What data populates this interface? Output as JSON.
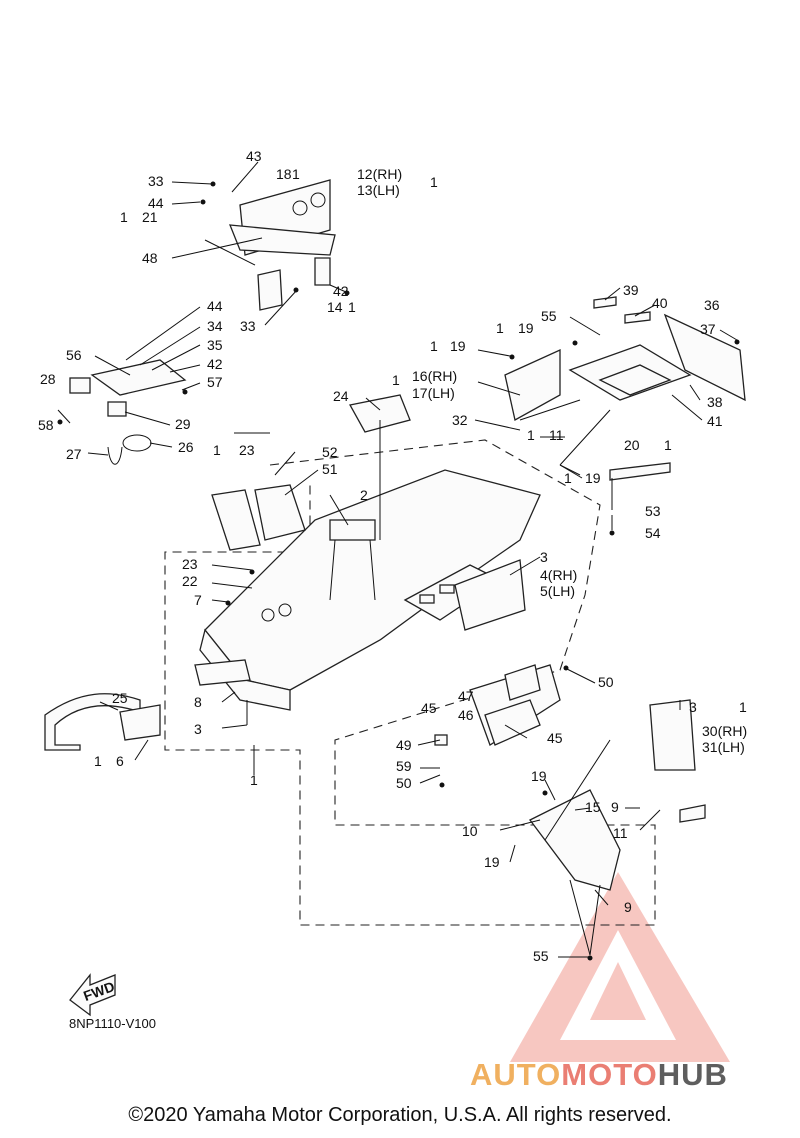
{
  "diagram": {
    "code": "8NP1110-V100",
    "fwd_label": "FWD",
    "copyright": "©2020 Yamaha Motor Corporation, U.S.A. All rights reserved.",
    "brand": {
      "part1": "AUTO",
      "part2": "MOTO",
      "part3": "HUB",
      "colors": [
        "#f0b060",
        "#ea7e73",
        "#5e5e5e"
      ]
    },
    "labels": [
      "33",
      "43",
      "18",
      "1",
      "12(RH)",
      "13(LH)",
      "1",
      "44",
      "1",
      "21",
      "48",
      "42",
      "33",
      "14",
      "1",
      "44",
      "34",
      "35",
      "56",
      "42",
      "28",
      "57",
      "58",
      "29",
      "27",
      "26",
      "39",
      "40",
      "36",
      "55",
      "1",
      "19",
      "1",
      "19",
      "37",
      "1",
      "16(RH)",
      "17(LH)",
      "38",
      "41",
      "24",
      "32",
      "1",
      "11",
      "20",
      "1",
      "1",
      "19",
      "1",
      "23",
      "52",
      "51",
      "2",
      "53",
      "54",
      "23",
      "22",
      "7",
      "3",
      "4(RH)",
      "5(LH)",
      "8",
      "3",
      "25",
      "1",
      "6",
      "1",
      "47",
      "46",
      "45",
      "45",
      "50",
      "3",
      "1",
      "30(RH)",
      "31(LH)",
      "49",
      "59",
      "50",
      "19",
      "15",
      "9",
      "10",
      "11",
      "19",
      "9",
      "55"
    ]
  }
}
